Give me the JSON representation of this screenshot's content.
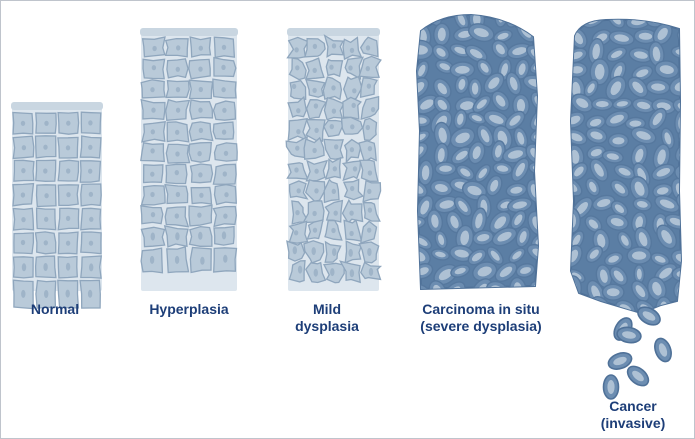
{
  "stages": [
    {
      "key": "normal",
      "line1": "Normal",
      "line2": ""
    },
    {
      "key": "hyperplasia",
      "line1": "Hyperplasia",
      "line2": ""
    },
    {
      "key": "mild-dysplasia",
      "line1": "Mild",
      "line2": "dysplasia"
    },
    {
      "key": "carcinoma-in-situ",
      "line1": "Carcinoma in situ",
      "line2": "(severe dysplasia)"
    },
    {
      "key": "cancer-invasive",
      "line1": "Cancer",
      "line2": "(invasive)"
    }
  ],
  "colors": {
    "light_cell_fill": "#b9cad9",
    "light_cell_stroke": "#8fa6bd",
    "light_nucleus": "#9fb4c8",
    "tissue_background": "#dde6ee",
    "surface_layer": "#c9d6e1",
    "dark_background": "#5b7ea4",
    "dark_cell_fill": "#6c8db1",
    "dark_nucleus": "#aec1d4",
    "label_text": "#1d3e78"
  }
}
